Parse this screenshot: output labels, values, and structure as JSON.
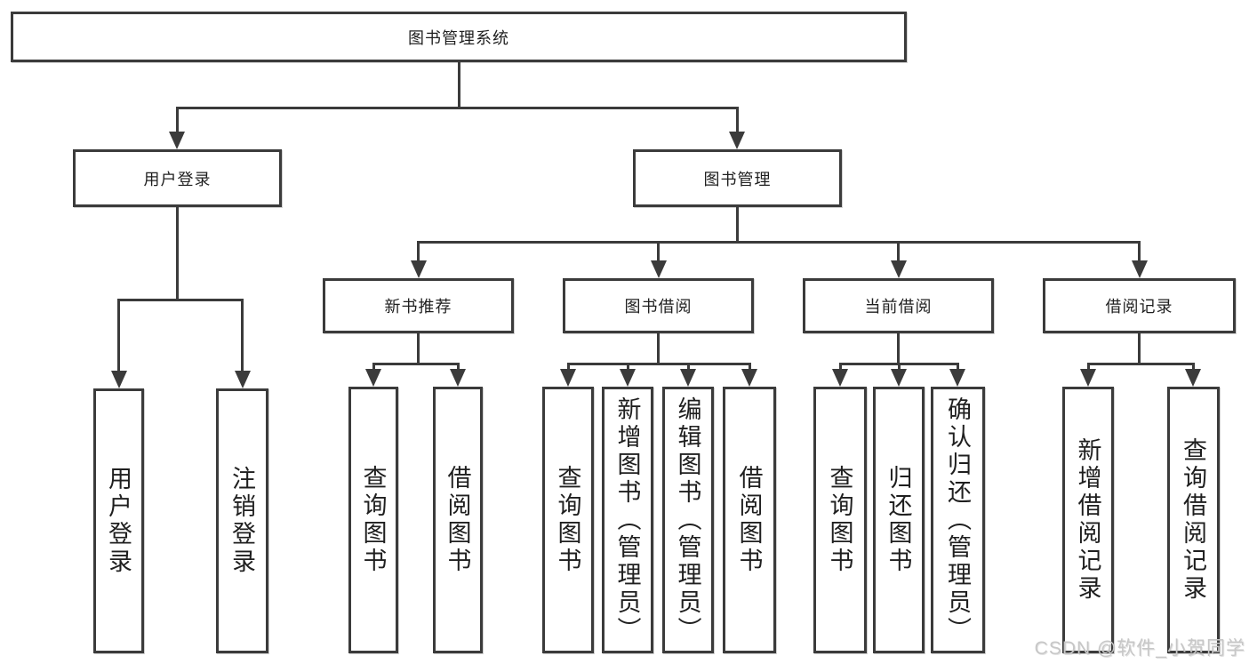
{
  "tree": {
    "root": {
      "label": "图书管理系统",
      "children": [
        {
          "label": "用户登录",
          "children": [
            {
              "label": "用户登录"
            },
            {
              "label": "注销登录"
            }
          ]
        },
        {
          "label": "图书管理",
          "children": [
            {
              "label": "新书推荐",
              "children": [
                {
                  "label": "查询图书"
                },
                {
                  "label": "借阅图书"
                }
              ]
            },
            {
              "label": "图书借阅",
              "children": [
                {
                  "label": "查询图书"
                },
                {
                  "label": "新增图书（管理员）"
                },
                {
                  "label": "编辑图书（管理员）"
                },
                {
                  "label": "借阅图书"
                }
              ]
            },
            {
              "label": "当前借阅",
              "children": [
                {
                  "label": "查询图书"
                },
                {
                  "label": "归还图书"
                },
                {
                  "label": "确认归还（管理员）"
                }
              ]
            },
            {
              "label": "借阅记录",
              "children": [
                {
                  "label": "新增借阅记录"
                },
                {
                  "label": "查询借阅记录"
                }
              ]
            }
          ]
        }
      ]
    }
  },
  "watermark": "CSDN @软件_小贺同学",
  "colors": {
    "line": "#3b3b3b",
    "box_border": "#3b3b3b",
    "box_fill": "#ffffff",
    "text": "#1f1f1f",
    "watermark": "#c7c7c7"
  }
}
